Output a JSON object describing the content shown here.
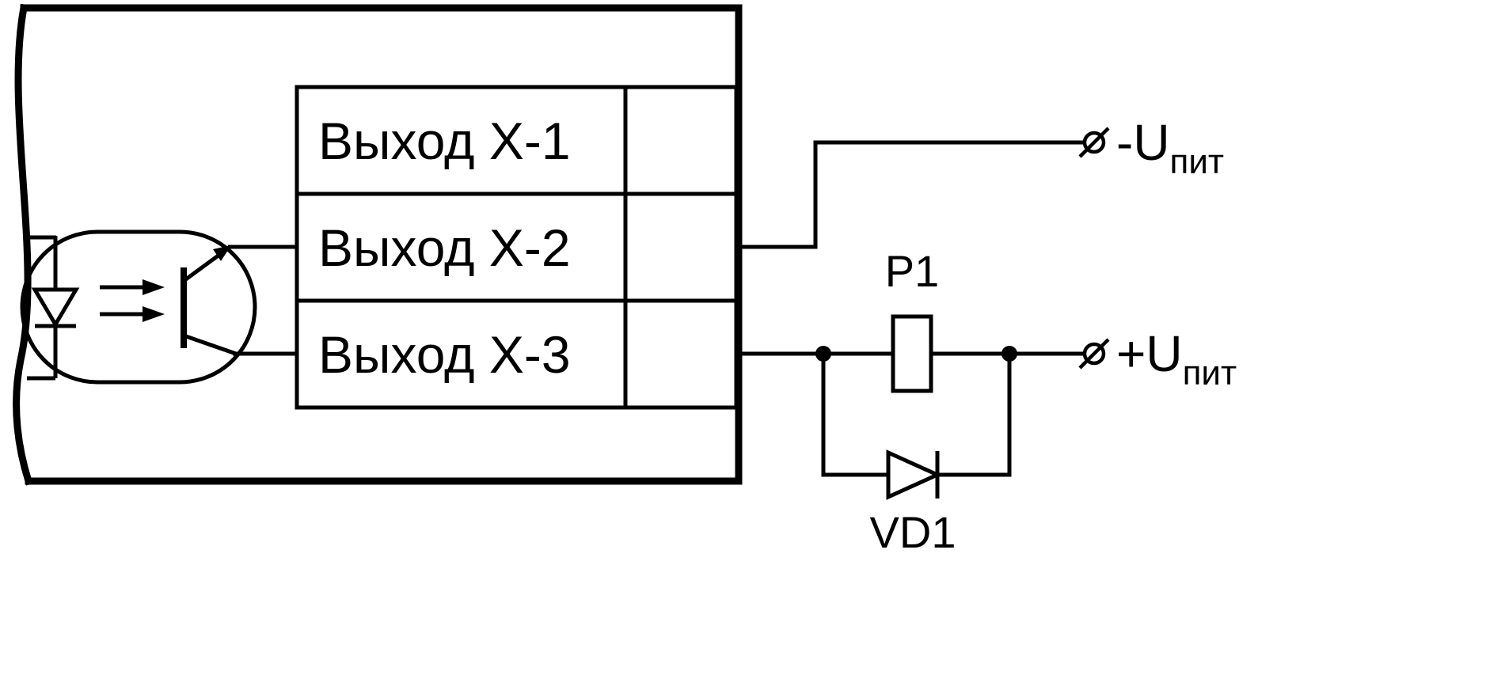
{
  "diagram": {
    "type": "wiring-schematic",
    "description": "Optocoupler transistor output connection scheme with relay and protective diode",
    "outputs": [
      {
        "label": "Выход Х-1"
      },
      {
        "label": "Выход Х-2"
      },
      {
        "label": "Выход Х-3"
      }
    ],
    "relay_label": "Р1",
    "diode_label": "VD1",
    "terminal_minus": {
      "main": "-U",
      "sub": "пит"
    },
    "terminal_plus": {
      "main": "+U",
      "sub": "пит"
    },
    "colors": {
      "line": "#000000",
      "background": "#ffffff"
    }
  }
}
